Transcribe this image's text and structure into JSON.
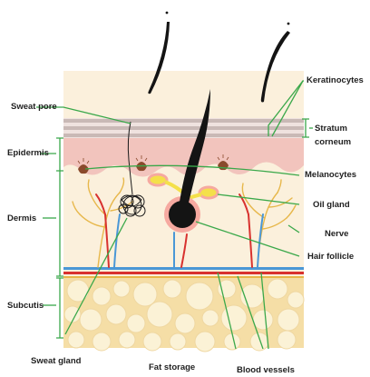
{
  "diagram": {
    "labels": {
      "keratinocytes": "Keratinocytes",
      "sweat_pore": "Sweat pore",
      "stratum_corneum_line1": "Stratum",
      "stratum_corneum_line2": "corneum",
      "epidermis": "Epidermis",
      "melanocytes": "Melanocytes",
      "oil_gland": "Oil gland",
      "dermis": "Dermis",
      "nerve": "Nerve",
      "hair_follicle": "Hair follicle",
      "subcutis": "Subcutis",
      "sweat_gland": "Sweat gland",
      "fat_storage": "Fat storage",
      "blood_vessels": "Blood vessels"
    },
    "colors": {
      "pointer_green": "#3aa84a",
      "epidermis_pink": "#f2c4bd",
      "dermis_cream": "#fbf0dc",
      "stratum_gray": "#c9b9b6",
      "fat_yellow": "#f5dea6",
      "fat_globule": "#fbf2d6",
      "hair_black": "#141414",
      "artery_red": "#d8322f",
      "vein_blue": "#4a97d6",
      "nerve_yellow": "#e7b74a",
      "oil_gland_yellow": "#f4e04a",
      "melanocyte_brown": "#8a4a2c"
    }
  }
}
